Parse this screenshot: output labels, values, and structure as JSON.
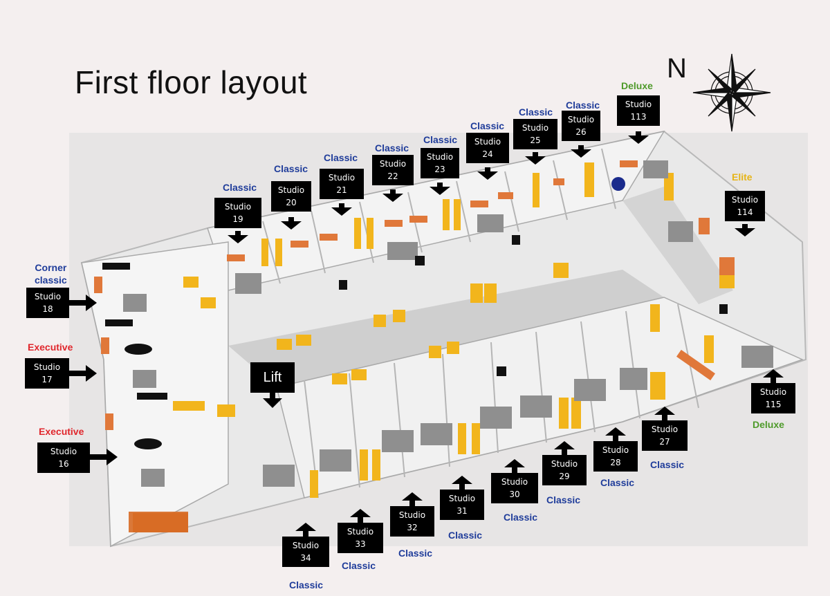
{
  "title": "First floor layout",
  "compass": {
    "north_label": "N"
  },
  "colors": {
    "classic": "#1f3c9a",
    "executive": "#e0262c",
    "deluxe": "#4e9a2a",
    "elite": "#e6b417",
    "corner": "#1f3c9a",
    "label_bg": "#000000",
    "door_yellow": "#f2b51c"
  },
  "lift": {
    "label": "Lift"
  },
  "rooms": [
    {
      "id": "r113",
      "label": "Studio",
      "number": "113",
      "category": "Deluxe",
      "catColor": "deluxe"
    },
    {
      "id": "r26",
      "label": "Studio",
      "number": "26",
      "category": "Classic",
      "catColor": "classic"
    },
    {
      "id": "r25",
      "label": "Studio",
      "number": "25",
      "category": "Classic",
      "catColor": "classic"
    },
    {
      "id": "r24",
      "label": "Studio",
      "number": "24",
      "category": "Classic",
      "catColor": "classic"
    },
    {
      "id": "r23",
      "label": "Studio",
      "number": "23",
      "category": "Classic",
      "catColor": "classic"
    },
    {
      "id": "r22",
      "label": "Studio",
      "number": "22",
      "category": "Classic",
      "catColor": "classic"
    },
    {
      "id": "r21",
      "label": "Studio",
      "number": "21",
      "category": "Classic",
      "catColor": "classic"
    },
    {
      "id": "r20",
      "label": "Studio",
      "number": "20",
      "category": "Classic",
      "catColor": "classic"
    },
    {
      "id": "r19",
      "label": "Studio",
      "number": "19",
      "category": "Classic",
      "catColor": "classic"
    },
    {
      "id": "r114",
      "label": "Studio",
      "number": "114",
      "category": "Elite",
      "catColor": "elite"
    },
    {
      "id": "r18",
      "label": "Studio",
      "number": "18",
      "category": "Corner\nclassic",
      "catColor": "corner"
    },
    {
      "id": "r17",
      "label": "Studio",
      "number": "17",
      "category": "Executive",
      "catColor": "executive"
    },
    {
      "id": "r16",
      "label": "Studio",
      "number": "16",
      "category": "Executive",
      "catColor": "executive"
    },
    {
      "id": "r115",
      "label": "Studio",
      "number": "115",
      "category": "Deluxe",
      "catColor": "deluxe"
    },
    {
      "id": "r27",
      "label": "Studio",
      "number": "27",
      "category": "Classic",
      "catColor": "classic"
    },
    {
      "id": "r28",
      "label": "Studio",
      "number": "28",
      "category": "Classic",
      "catColor": "classic"
    },
    {
      "id": "r29",
      "label": "Studio",
      "number": "29",
      "category": "Classic",
      "catColor": "classic"
    },
    {
      "id": "r30",
      "label": "Studio",
      "number": "30",
      "category": "Classic",
      "catColor": "classic"
    },
    {
      "id": "r31",
      "label": "Studio",
      "number": "31",
      "category": "Classic",
      "catColor": "classic"
    },
    {
      "id": "r32",
      "label": "Studio",
      "number": "32",
      "category": "Classic",
      "catColor": "classic"
    },
    {
      "id": "r33",
      "label": "Studio",
      "number": "33",
      "category": "Classic",
      "catColor": "classic"
    },
    {
      "id": "r34",
      "label": "Studio",
      "number": "34",
      "category": "Classic",
      "catColor": "classic"
    }
  ]
}
